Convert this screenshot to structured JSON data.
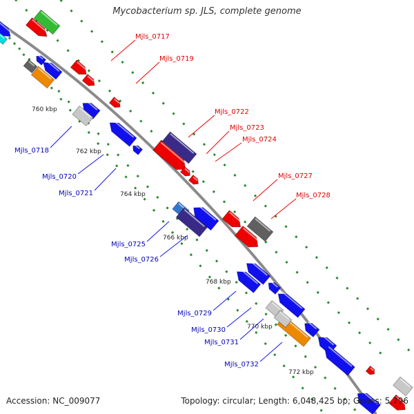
{
  "title": "Mycobacterium sp. JLS, complete genome",
  "accession": "Accession: NC_009077",
  "summary": "Topology: circular; Length: 6,048,425 bp; Genes: 5,796",
  "colors": {
    "backbone": "#8a8a8a",
    "tick": "#2a8a2a",
    "red": "#ee0000",
    "blue": "#1010ee",
    "navy": "#3a2a88",
    "orange": "#ee8800",
    "gray": "#606060",
    "lightgray": "#c8c8c8",
    "green": "#33bb33",
    "steelblue": "#3377cc",
    "cyan": "#00dddd",
    "label_red": "#dd0000",
    "label_blue": "#0000bb"
  },
  "scale_ticks": [
    "760 kbp",
    "762 kbp",
    "764 kbp",
    "766 kbp",
    "768 kbp",
    "770 kbp",
    "772 kbp"
  ],
  "gene_labels": [
    {
      "text": "Mjls_0717",
      "strand": "forward"
    },
    {
      "text": "Mjls_0719",
      "strand": "forward"
    },
    {
      "text": "Mjls_0722",
      "strand": "forward"
    },
    {
      "text": "Mjls_0723",
      "strand": "forward"
    },
    {
      "text": "Mjls_0724",
      "strand": "forward"
    },
    {
      "text": "Mjls_0727",
      "strand": "forward"
    },
    {
      "text": "Mjls_0728",
      "strand": "forward"
    },
    {
      "text": "Mjls_0718",
      "strand": "reverse"
    },
    {
      "text": "Mjls_0720",
      "strand": "reverse"
    },
    {
      "text": "Mjls_0721",
      "strand": "reverse"
    },
    {
      "text": "Mjls_0725",
      "strand": "reverse"
    },
    {
      "text": "Mjls_0726",
      "strand": "reverse"
    },
    {
      "text": "Mjls_0729",
      "strand": "reverse"
    },
    {
      "text": "Mjls_0730",
      "strand": "reverse"
    },
    {
      "text": "Mjls_0731",
      "strand": "reverse"
    },
    {
      "text": "Mjls_0732",
      "strand": "reverse"
    }
  ]
}
